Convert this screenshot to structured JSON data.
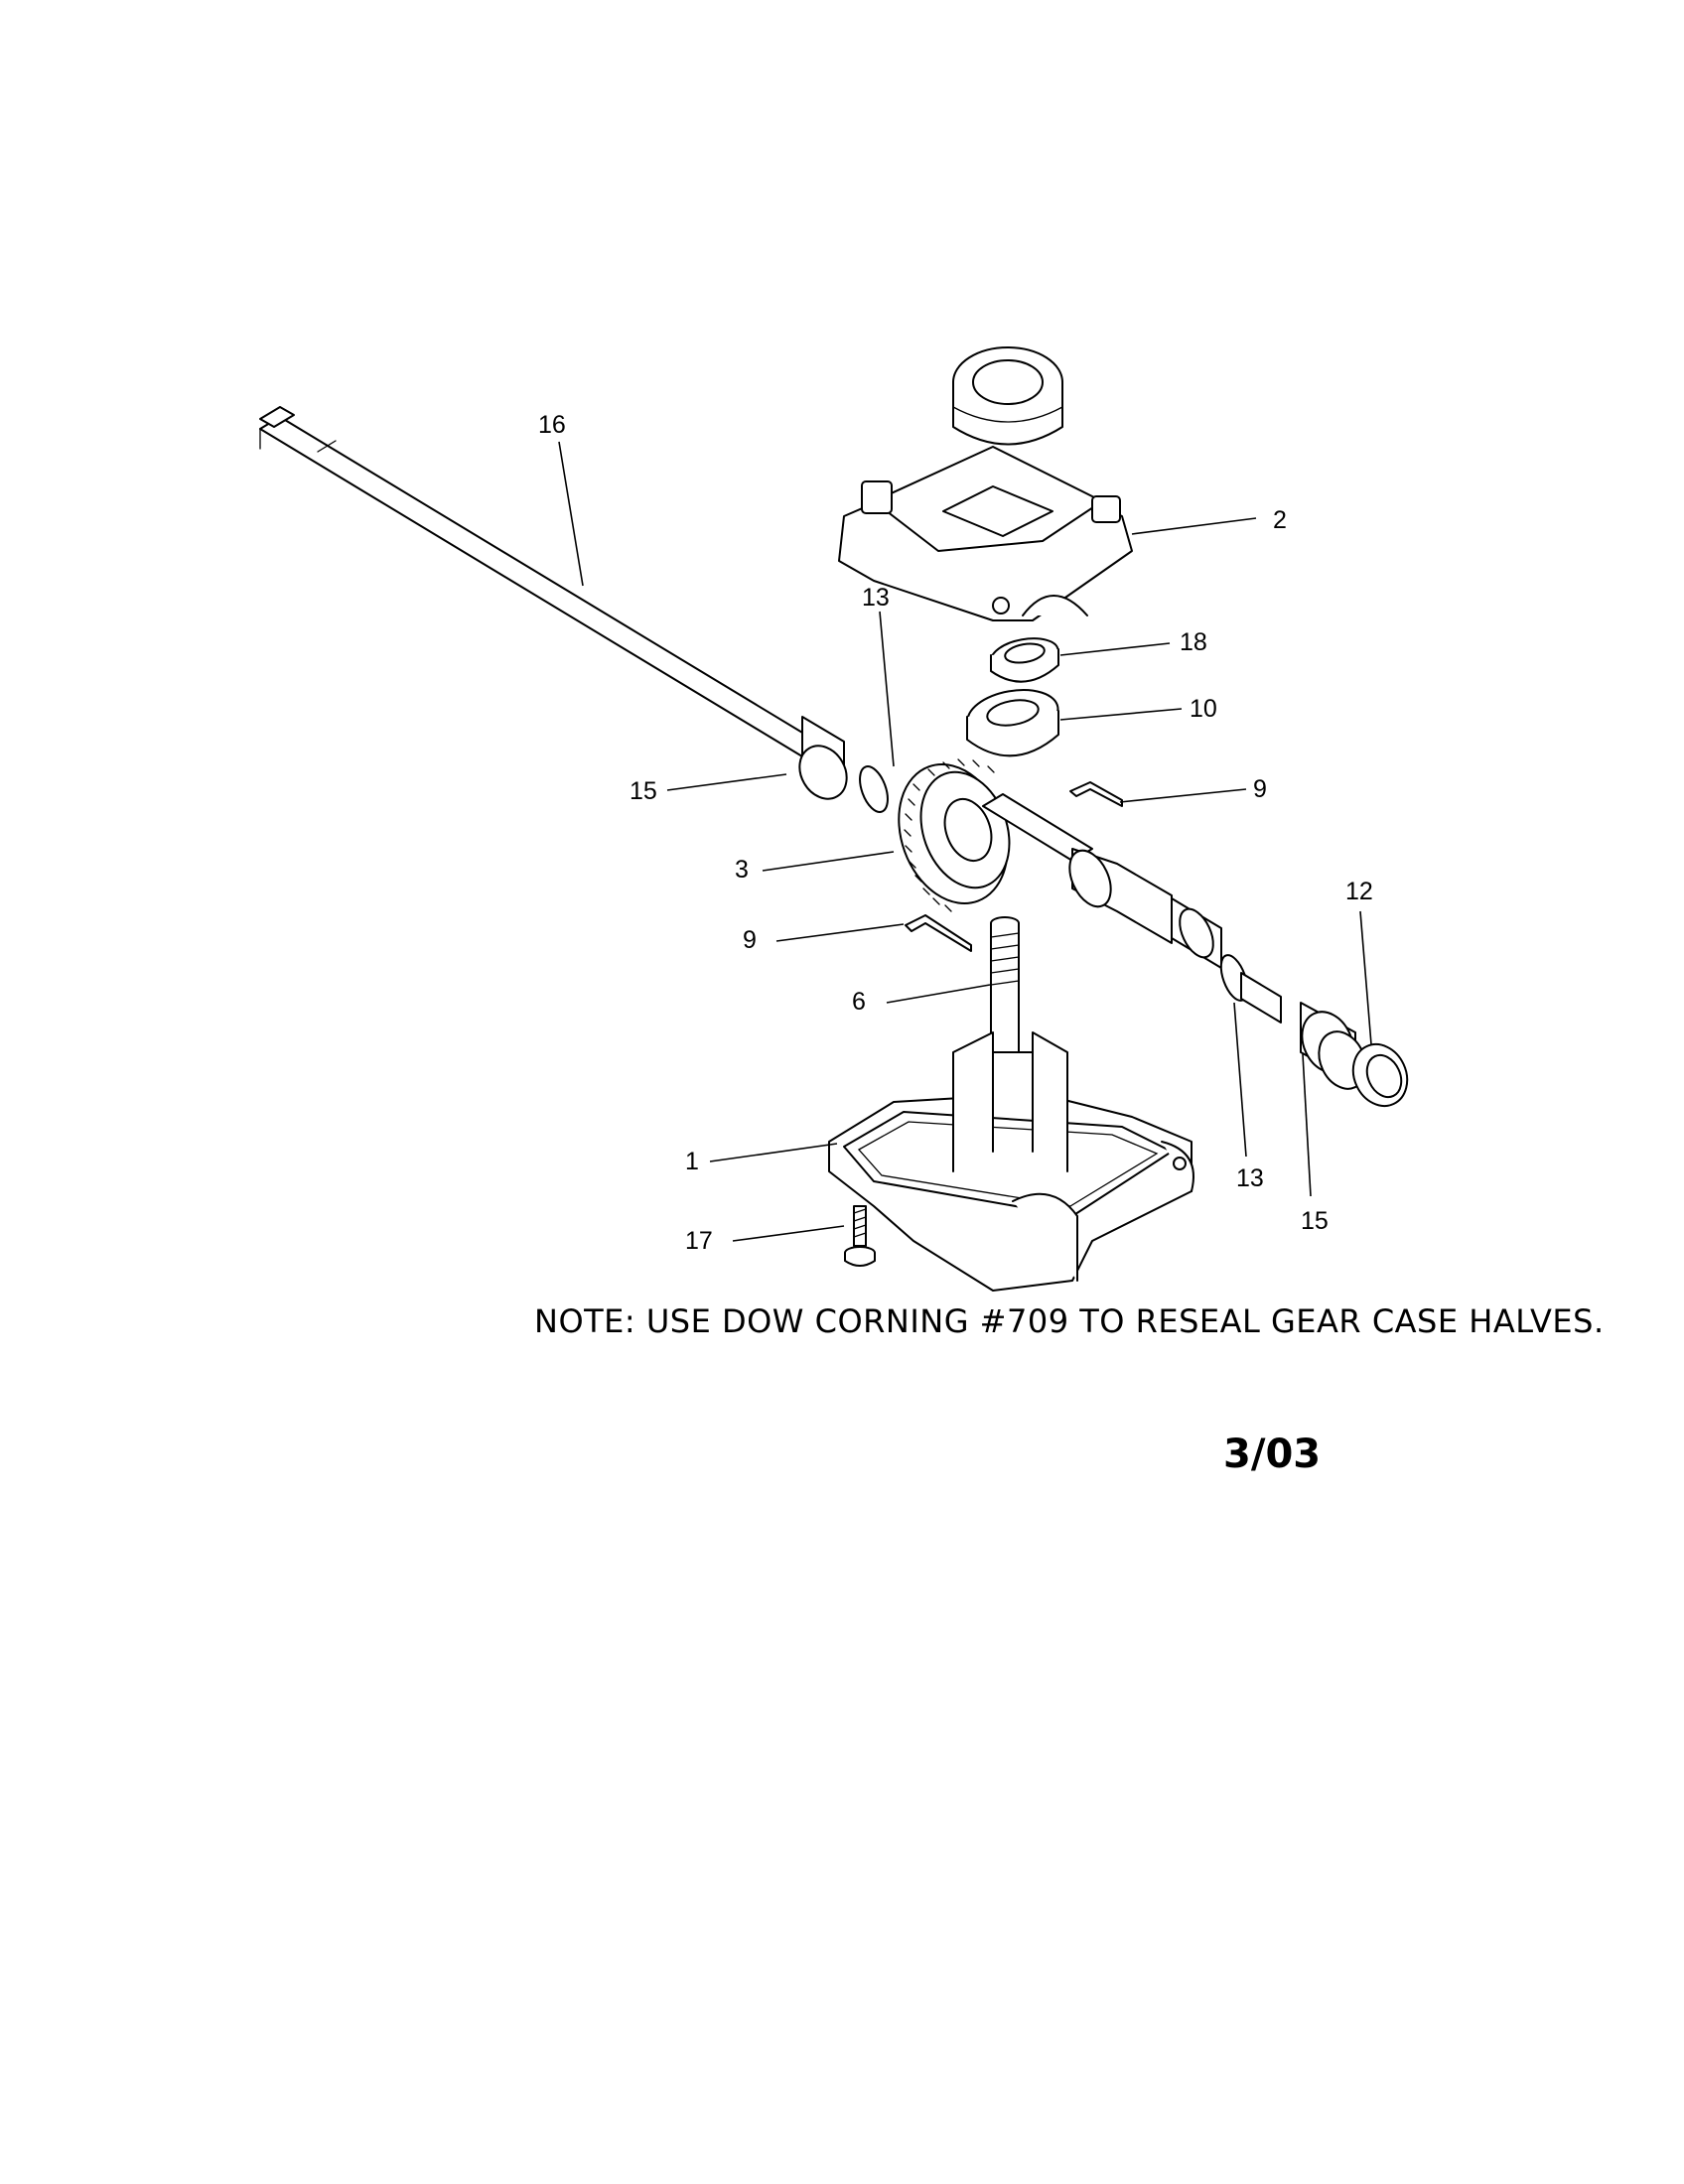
{
  "callouts": {
    "c16": "16",
    "c2": "2",
    "c13a": "13",
    "c18": "18",
    "c10": "10",
    "c15a": "15",
    "c9a": "9",
    "c3": "3",
    "c12": "12",
    "c9b": "9",
    "c6": "6",
    "c1": "1",
    "c13b": "13",
    "c17": "17",
    "c15b": "15"
  },
  "note": "NOTE: USE DOW CORNING #709 TO RESEAL GEAR CASE HALVES.",
  "date_code": "3/03"
}
